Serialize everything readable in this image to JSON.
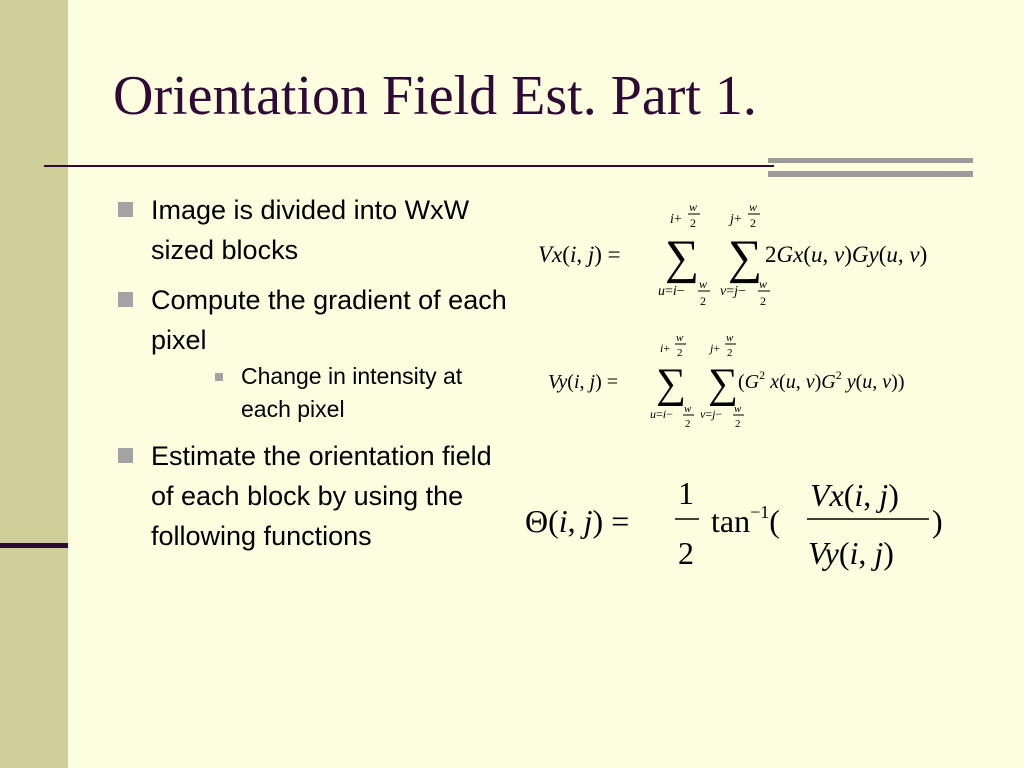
{
  "slide": {
    "title": "Orientation Field Est. Part 1.",
    "colors": {
      "title": "#2e0a35",
      "background": "#fdfde0",
      "band": "#cfcf9a",
      "bullet_marker": "#a3a3a3"
    },
    "bullets": [
      {
        "text": "Image is divided into WxW sized blocks"
      },
      {
        "text": "Compute the gradient of each pixel",
        "sub": [
          {
            "text": "Change in intensity at each pixel"
          }
        ]
      },
      {
        "text": "Estimate the orientation field of each block by using the following functions"
      }
    ]
  }
}
